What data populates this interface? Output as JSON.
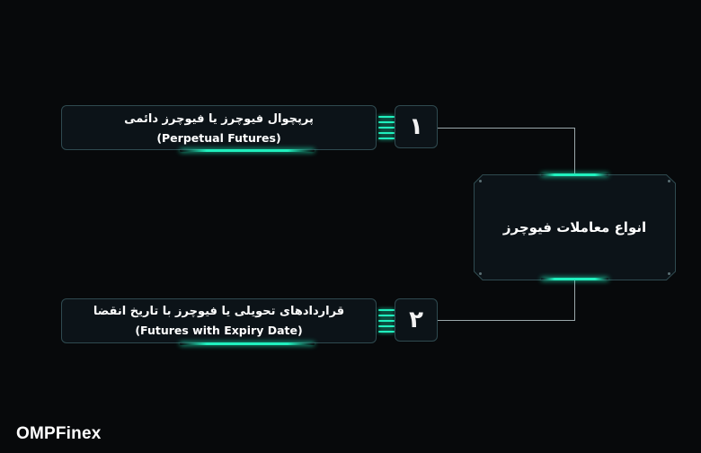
{
  "diagram": {
    "center": {
      "title": "انواع معاملات فیوچرز"
    },
    "items": [
      {
        "number": "۱",
        "title_fa": "پرپچوال فیوچرز یا  فیوچرز دائمی",
        "title_en": "(Perpetual Futures)"
      },
      {
        "number": "۲",
        "title_fa": "قراردادهای تحویلی یا فیوچرز با تاریخ انقضا",
        "title_en": "(Futures with Expiry Date)"
      }
    ]
  },
  "brand": {
    "logo_text": "OMPFinex"
  },
  "colors": {
    "background": "#07090b",
    "panel": "#0c1318",
    "border": "#2f4a50",
    "accent": "#20f0be",
    "text": "#ffffff"
  }
}
